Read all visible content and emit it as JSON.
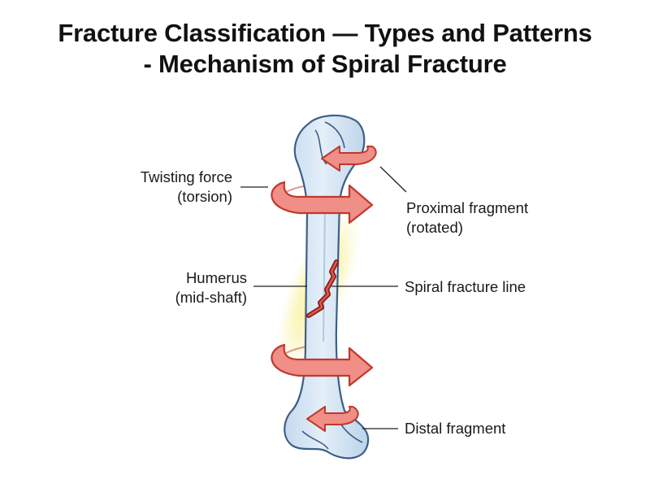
{
  "title": {
    "line1": "Fracture Classification — Types and Patterns",
    "line2": "- Mechanism of Spiral Fracture"
  },
  "labels": {
    "twisting_force": {
      "line1": "Twisting force",
      "line2": "(torsion)"
    },
    "humerus": {
      "line1": "Humerus",
      "line2": "(mid-shaft)"
    },
    "proximal_fragment": {
      "line1": "Proximal fragment",
      "line2": "(rotated)"
    },
    "spiral_fracture_line": "Spiral fracture line",
    "distal_fragment": "Distal fragment"
  },
  "colors": {
    "bone_fill": "#d6e6f4",
    "bone_outline": "#3d5f86",
    "arrow_fill": "#ef8f87",
    "arrow_outline": "#c0392b",
    "fracture_line": "#c62828",
    "glow": "#f4ee8a"
  }
}
